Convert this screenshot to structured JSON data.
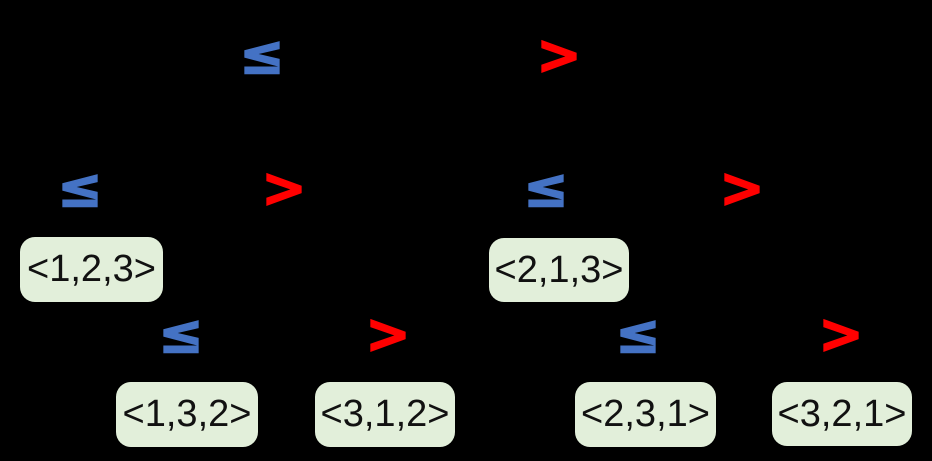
{
  "diagram": {
    "type": "decision-tree",
    "background_color": "#000000",
    "branch_label_colors": {
      "less_equal": "#4472C4",
      "greater": "#FF0000"
    },
    "leaf_style": {
      "fill": "#E2EFDA",
      "text_color": "#111111"
    },
    "branch_labels": [
      {
        "name": "root-left",
        "symbol": "≤"
      },
      {
        "name": "root-right",
        "symbol": ">"
      },
      {
        "name": "left-node-left",
        "symbol": "≤"
      },
      {
        "name": "left-node-right",
        "symbol": ">"
      },
      {
        "name": "right-node-left",
        "symbol": "≤"
      },
      {
        "name": "right-node-right",
        "symbol": ">"
      },
      {
        "name": "left-inner-left",
        "symbol": "≤"
      },
      {
        "name": "left-inner-right",
        "symbol": ">"
      },
      {
        "name": "right-inner-left",
        "symbol": "≤"
      },
      {
        "name": "right-inner-right",
        "symbol": ">"
      }
    ],
    "leaves": [
      {
        "label": "<1,2,3>"
      },
      {
        "label": "<2,1,3>"
      },
      {
        "label": "<1,3,2>"
      },
      {
        "label": "<3,1,2>"
      },
      {
        "label": "<2,3,1>"
      },
      {
        "label": "<3,2,1>"
      }
    ]
  }
}
